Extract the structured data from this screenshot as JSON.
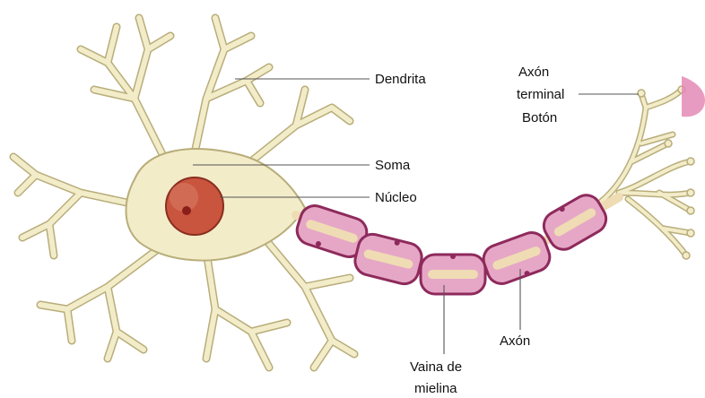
{
  "labels": {
    "dendrita": "Dendrita",
    "axon_terminal_1": "Axón",
    "axon_terminal_2": "terminal",
    "boton": "Botón",
    "soma": "Soma",
    "nucleo": "Núcleo",
    "axon": "Axón",
    "vaina_1": "Vaina de",
    "vaina_2": "mielina"
  },
  "colors": {
    "cell_body": "#f3ecc9",
    "cell_outline": "#b8ad7a",
    "nucleus": "#c9553f",
    "nucleolus": "#8a1f1a",
    "myelin": "#e6a7c6",
    "myelin_outline": "#8e2a5c",
    "axon_core": "#efdcb4",
    "synapse": "#e48ab6"
  }
}
